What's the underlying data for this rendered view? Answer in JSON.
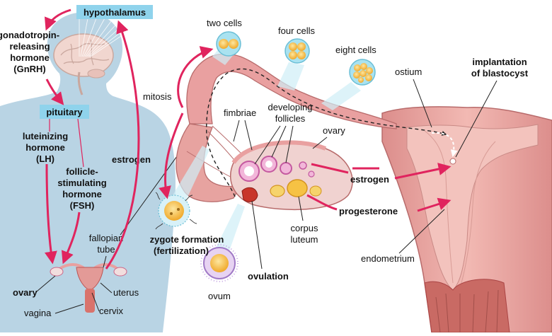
{
  "colors": {
    "accent_arrow": "#e0245e",
    "silhouette": "#b9d4e4",
    "label_box": "#8fd3ec",
    "uterus_fill": "#e7a3a0",
    "endometrium": "#f3c3bd",
    "tube": "#e9a0a0",
    "cell_fill": "#f6c244",
    "zona": "#a9e2f0"
  },
  "icons": [
    "brain-icon",
    "uterus-icon",
    "cell-icon",
    "ovum-icon",
    "follicle-icon",
    "corpus-luteum-icon"
  ],
  "labels": {
    "hypothalamus": "hypothalamus",
    "gnrh_1": "gonadotropin-",
    "gnrh_2": "releasing",
    "gnrh_3": "hormone",
    "gnrh_4": "(GnRH)",
    "pituitary": "pituitary",
    "lh_1": "luteinizing",
    "lh_2": "hormone",
    "lh_3": "(LH)",
    "fsh_1": "follicle-",
    "fsh_2": "stimulating",
    "fsh_3": "hormone",
    "fsh_4": "(FSH)",
    "estrogen_left": "estrogen",
    "ovary_left": "ovary",
    "uterus_small": "uterus",
    "vagina": "vagina",
    "cervix": "cervix",
    "mitosis": "mitosis",
    "two_cells": "two cells",
    "four_cells": "four cells",
    "eight_cells": "eight cells",
    "ostium": "ostium",
    "implantation_1": "implantation",
    "implantation_2": "of blastocyst",
    "fimbriae": "fimbriae",
    "developing_1": "developing",
    "developing_2": "follicles",
    "ovary_right": "ovary",
    "estrogen_right": "estrogen",
    "progesterone": "progesterone",
    "corpus_1": "corpus",
    "corpus_2": "luteum",
    "fallopian_1": "fallopian",
    "fallopian_2": "tube",
    "zygote_1": "zygote formation",
    "zygote_2": "(fertilization)",
    "ovulation": "ovulation",
    "ovum": "ovum",
    "endometrium": "endometrium"
  }
}
